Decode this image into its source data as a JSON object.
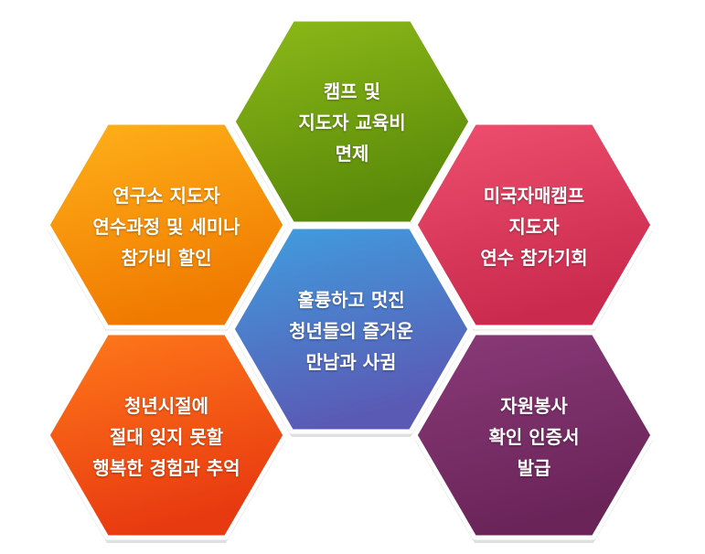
{
  "hexagons": [
    {
      "id": "top",
      "colors": [
        "#8dba18",
        "#5a8a0a"
      ],
      "lines": [
        "캠프 및",
        "지도자 교육비",
        "면제"
      ]
    },
    {
      "id": "upper-left",
      "colors": [
        "#ffb21a",
        "#f07a00"
      ],
      "lines": [
        "연구소 지도자",
        "연수과정 및 세미나",
        "참가비 할인"
      ]
    },
    {
      "id": "upper-right",
      "colors": [
        "#f0506e",
        "#c92a4e"
      ],
      "lines": [
        "미국자매캠프",
        "지도자",
        "연수 참가기회"
      ]
    },
    {
      "id": "center",
      "colors": [
        "#3f9fe0",
        "#5a5ab4"
      ],
      "lines": [
        "훌륭하고 멋진",
        "청년들의 즐거운",
        "만남과 사귐"
      ]
    },
    {
      "id": "lower-left",
      "colors": [
        "#ff7a1a",
        "#e83a10"
      ],
      "lines": [
        "청년시절에",
        "절대 잊지 못할",
        "행복한 경험과 추억"
      ]
    },
    {
      "id": "lower-right",
      "colors": [
        "#8a3a78",
        "#6a2458"
      ],
      "lines": [
        "자원봉사",
        "확인 인증서",
        "발급"
      ]
    }
  ]
}
